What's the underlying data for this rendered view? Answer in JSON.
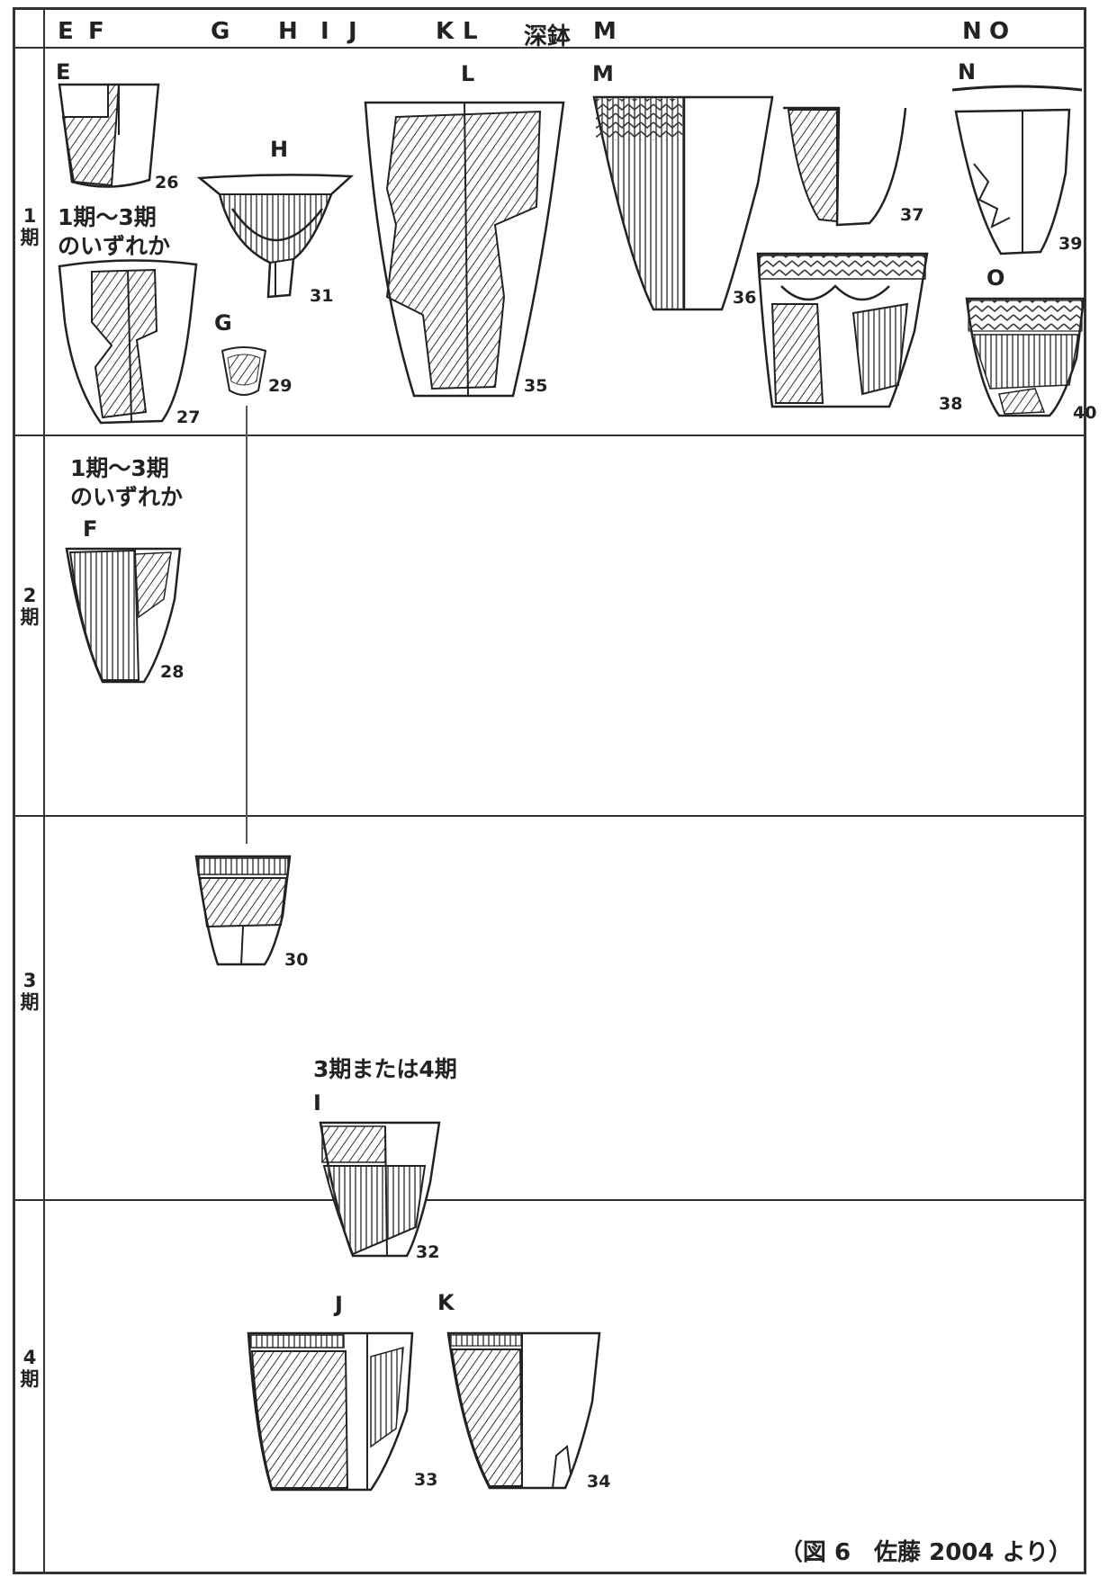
{
  "header": {
    "labels": [
      "E",
      "F",
      "G",
      "H",
      "I",
      "J",
      "K",
      "L",
      "深鉢",
      "M",
      "N",
      "O"
    ]
  },
  "periods": [
    {
      "num": "1",
      "kanji": "期"
    },
    {
      "num": "2",
      "kanji": "期"
    },
    {
      "num": "3",
      "kanji": "期"
    },
    {
      "num": "4",
      "kanji": "期"
    }
  ],
  "notes": {
    "n1": "1期～3期",
    "n1b": "のいずれか",
    "n2": "1期～3期",
    "n2b": "のいずれか",
    "n3": "3期または4期"
  },
  "pots": [
    {
      "type": "E",
      "num": "26"
    },
    {
      "type": "",
      "num": "27"
    },
    {
      "type": "F",
      "num": "28"
    },
    {
      "type": "G",
      "num": "29"
    },
    {
      "type": "",
      "num": "30"
    },
    {
      "type": "H",
      "num": "31"
    },
    {
      "type": "I",
      "num": "32"
    },
    {
      "type": "J",
      "num": "33"
    },
    {
      "type": "K",
      "num": "34"
    },
    {
      "type": "L",
      "num": "35"
    },
    {
      "type": "M",
      "num": "36"
    },
    {
      "type": "",
      "num": "37"
    },
    {
      "type": "",
      "num": "38"
    },
    {
      "type": "N",
      "num": "39"
    },
    {
      "type": "O",
      "num": "40"
    }
  ],
  "caption": "（図 6　佐藤 2004 より）"
}
